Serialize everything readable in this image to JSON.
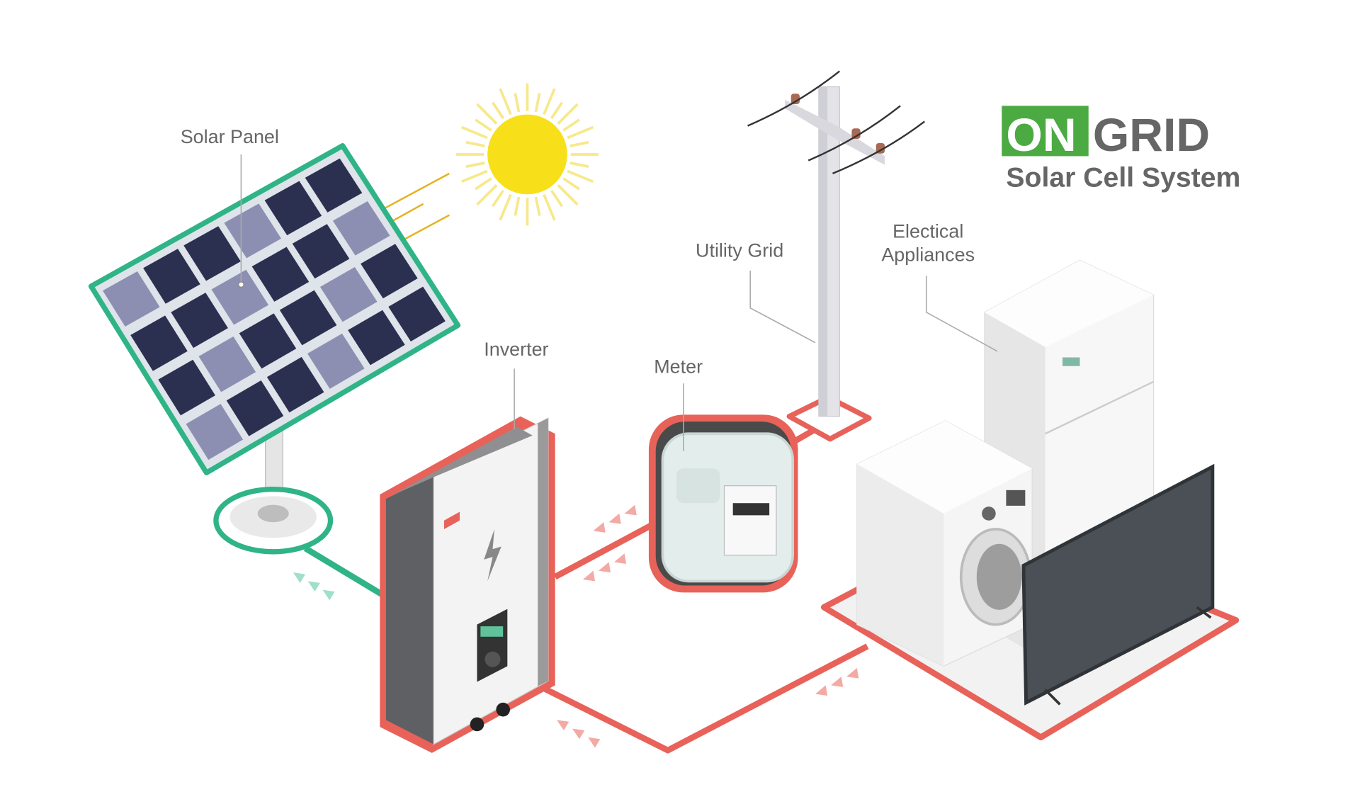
{
  "title": {
    "on": "ON",
    "grid": "GRID",
    "subtitle": "Solar Cell System"
  },
  "labels": {
    "solar_panel": "Solar Panel",
    "inverter": "Inverter",
    "meter": "Meter",
    "utility_grid": "Utility Grid",
    "appliances_line1": "Electical",
    "appliances_line2": "Appliances"
  },
  "colors": {
    "on_green": "#4caa42",
    "panel_green": "#2fb487",
    "ac_red": "#e8625a",
    "sun_yellow": "#f7e01a",
    "text_gray": "#666666"
  }
}
